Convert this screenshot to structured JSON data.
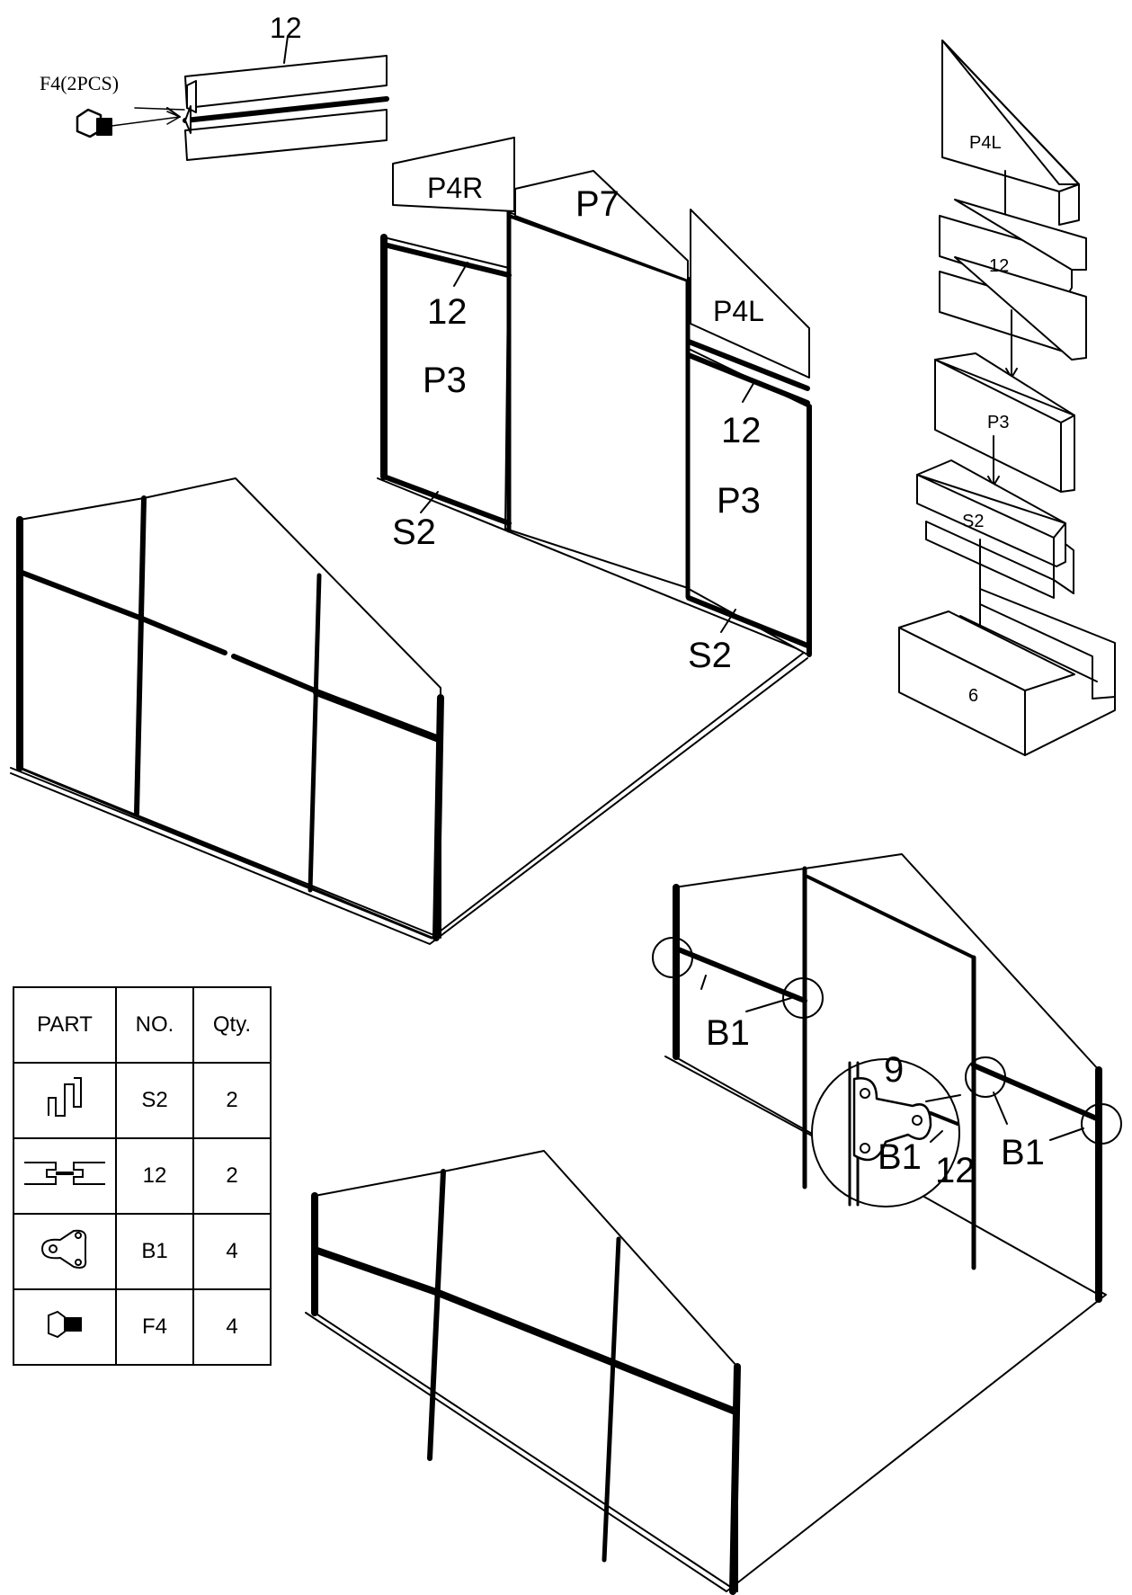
{
  "callouts": {
    "top_detail": {
      "part_12": "12",
      "f4_label": "F4(2PCS)"
    },
    "stack": {
      "p4l": "P4L",
      "part_12": "12",
      "p3": "P3",
      "s2": "S2",
      "base_6": "6"
    },
    "main_top": {
      "p4r": "P4R",
      "p7": "P7",
      "p4l": "P4L",
      "left_12": "12",
      "left_p3": "P3",
      "left_s2": "S2",
      "right_12": "12",
      "right_p3": "P3",
      "right_s2": "S2"
    },
    "main_bottom": {
      "b1_left": "B1",
      "b1_right": "B1",
      "zoom_9": "9",
      "zoom_b1": "B1",
      "zoom_12": "12"
    }
  },
  "parts_table": {
    "headers": [
      "PART",
      "NO.",
      "Qty."
    ],
    "rows": [
      {
        "icon": "s2-profile-icon",
        "no": "S2",
        "qty": "2"
      },
      {
        "icon": "h-profile-icon",
        "no": "12",
        "qty": "2"
      },
      {
        "icon": "b1-bracket-icon",
        "no": "B1",
        "qty": "4"
      },
      {
        "icon": "bolt-icon",
        "no": "F4",
        "qty": "4"
      }
    ]
  }
}
